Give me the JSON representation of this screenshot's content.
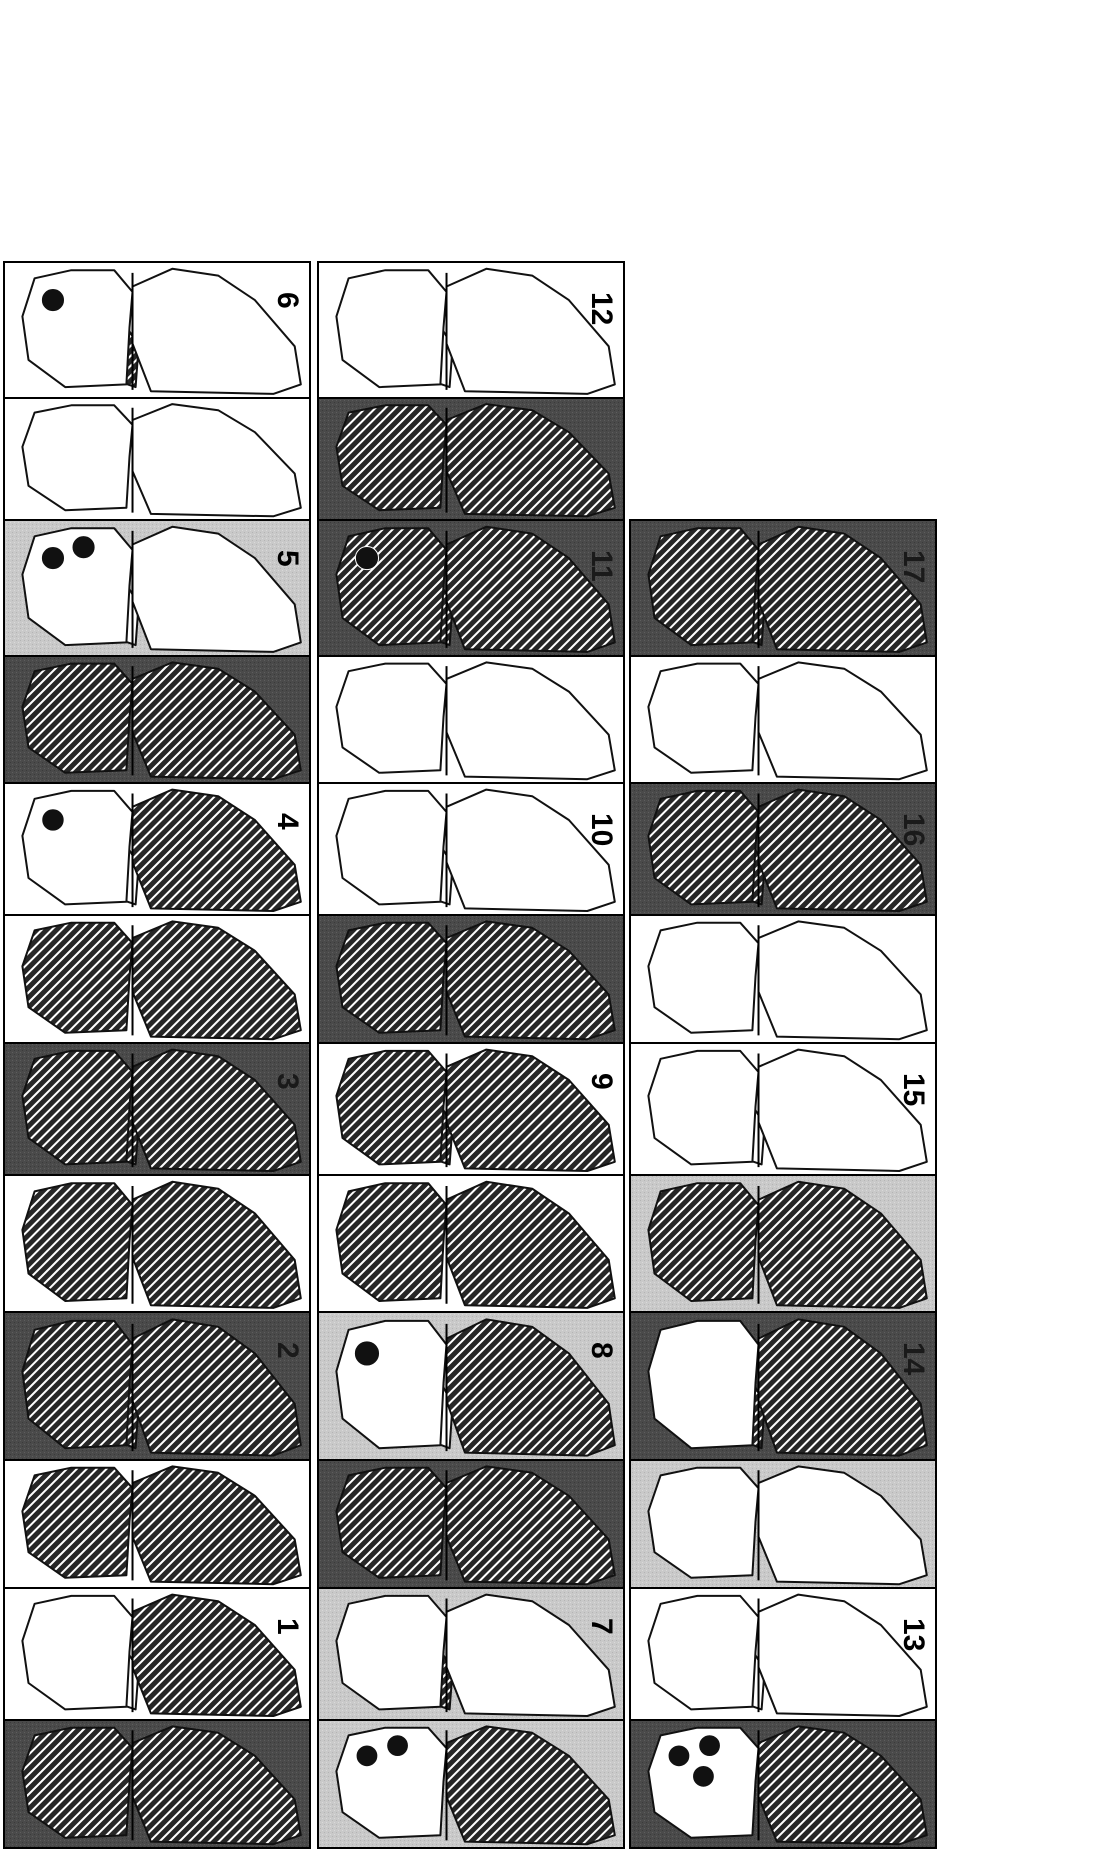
{
  "colors": {
    "paper": "#ffffff",
    "dark_bg": "#4a4a4a",
    "light_bg": "#c9c9c9",
    "hatch_fill": "#262626",
    "hatch_line": "#ffffff",
    "wing_plain": "#ffffff",
    "spot": "#111111",
    "label_on_light": "#000000",
    "label_on_dark": "#1a1a1a"
  },
  "figure": {
    "columns": [
      {
        "id": "col-a",
        "specimens": [
          {
            "number": "1",
            "upper": {
              "background": "dark",
              "forewing": "hatched",
              "hindwing": "hatched",
              "spots": 0
            },
            "lower": {
              "background": "white",
              "forewing": "plain",
              "hindwing": "hatched",
              "hind_lobe": "plain",
              "spots": 0
            }
          },
          {
            "number": "2",
            "upper": {
              "background": "white",
              "forewing": "hatched",
              "hindwing": "hatched",
              "spots": 0
            },
            "lower": {
              "background": "dark",
              "forewing": "hatched",
              "hindwing": "hatched",
              "hind_lobe": "hatched",
              "spots": 0
            }
          },
          {
            "number": "3",
            "upper": {
              "background": "white",
              "forewing": "hatched",
              "hindwing": "hatched",
              "spots": 0
            },
            "lower": {
              "background": "dark",
              "forewing": "hatched",
              "hindwing": "hatched",
              "hind_lobe": "hatched",
              "spots": 0
            }
          },
          {
            "number": "4",
            "upper": {
              "background": "white",
              "forewing": "hatched",
              "hindwing": "hatched",
              "spots": 0
            },
            "lower": {
              "background": "white",
              "forewing": "plain",
              "hindwing": "hatched",
              "hind_lobe": "plain",
              "spots": 1
            }
          },
          {
            "number": "5",
            "upper": {
              "background": "dark",
              "forewing": "hatched",
              "hindwing": "hatched",
              "spots": 0
            },
            "lower": {
              "background": "light",
              "forewing": "plain",
              "hindwing": "plain",
              "hind_lobe": "plain",
              "spots": 2
            }
          },
          {
            "number": "6",
            "upper": {
              "background": "white",
              "forewing": "plain",
              "hindwing": "plain",
              "spots": 0
            },
            "lower": {
              "background": "white",
              "forewing": "plain",
              "hindwing": "plain",
              "hind_lobe": "hatched",
              "spots": 1
            }
          }
        ]
      },
      {
        "id": "col-b",
        "specimens": [
          {
            "number": "7",
            "upper": {
              "background": "light",
              "forewing": "plain",
              "hindwing": "hatched",
              "spots": 2
            },
            "lower": {
              "background": "light",
              "forewing": "plain",
              "hindwing": "plain",
              "hind_lobe": "hatched",
              "spots": 0
            }
          },
          {
            "number": "8",
            "upper": {
              "background": "dark",
              "forewing": "hatched",
              "hindwing": "hatched",
              "spots": 0
            },
            "lower": {
              "background": "light",
              "forewing": "plain",
              "hindwing": "hatched",
              "hind_lobe": "plain",
              "spots": 1
            }
          },
          {
            "number": "9",
            "upper": {
              "background": "white",
              "forewing": "hatched",
              "hindwing": "hatched",
              "spots": 0
            },
            "lower": {
              "background": "white",
              "forewing": "hatched",
              "hindwing": "hatched",
              "hind_lobe": "hatched",
              "spots": 0
            }
          },
          {
            "number": "10",
            "upper": {
              "background": "dark",
              "forewing": "hatched",
              "hindwing": "hatched",
              "spots": 0
            },
            "lower": {
              "background": "white",
              "forewing": "plain",
              "hindwing": "plain",
              "hind_lobe": "plain",
              "spots": 0
            }
          },
          {
            "number": "11",
            "upper": {
              "background": "white",
              "forewing": "plain",
              "hindwing": "plain",
              "spots": 0
            },
            "lower": {
              "background": "dark",
              "forewing": "hatched",
              "hindwing": "hatched",
              "hind_lobe": "hatched",
              "spots": 1
            }
          },
          {
            "number": "12",
            "upper": {
              "background": "dark",
              "forewing": "hatched",
              "hindwing": "hatched",
              "spots": 0
            },
            "lower": {
              "background": "white",
              "forewing": "plain",
              "hindwing": "plain",
              "hind_lobe": "plain",
              "spots": 0
            }
          }
        ]
      },
      {
        "id": "col-c",
        "specimens": [
          {
            "number": "13",
            "upper": {
              "background": "dark",
              "forewing": "plain",
              "hindwing": "hatched",
              "spots": 3
            },
            "lower": {
              "background": "white",
              "forewing": "plain",
              "hindwing": "plain",
              "hind_lobe": "plain",
              "spots": 0
            }
          },
          {
            "number": "14",
            "upper": {
              "background": "light",
              "forewing": "plain",
              "hindwing": "plain",
              "spots": 0
            },
            "lower": {
              "background": "dark",
              "forewing": "plain",
              "hindwing": "hatched",
              "hind_lobe": "hatched",
              "spots": 0
            }
          },
          {
            "number": "15",
            "upper": {
              "background": "light",
              "forewing": "hatched",
              "hindwing": "hatched",
              "spots": 0
            },
            "lower": {
              "background": "white",
              "forewing": "plain",
              "hindwing": "plain",
              "hind_lobe": "plain",
              "spots": 0
            }
          },
          {
            "number": "16",
            "upper": {
              "background": "white",
              "forewing": "plain",
              "hindwing": "plain",
              "spots": 0
            },
            "lower": {
              "background": "dark",
              "forewing": "hatched",
              "hindwing": "hatched",
              "hind_lobe": "hatched",
              "spots": 0
            }
          },
          {
            "number": "17",
            "upper": {
              "background": "white",
              "forewing": "plain",
              "hindwing": "plain",
              "spots": 0
            },
            "lower": {
              "background": "dark",
              "forewing": "hatched",
              "hindwing": "hatched",
              "hind_lobe": "hatched",
              "spots": 0
            }
          }
        ]
      }
    ]
  }
}
